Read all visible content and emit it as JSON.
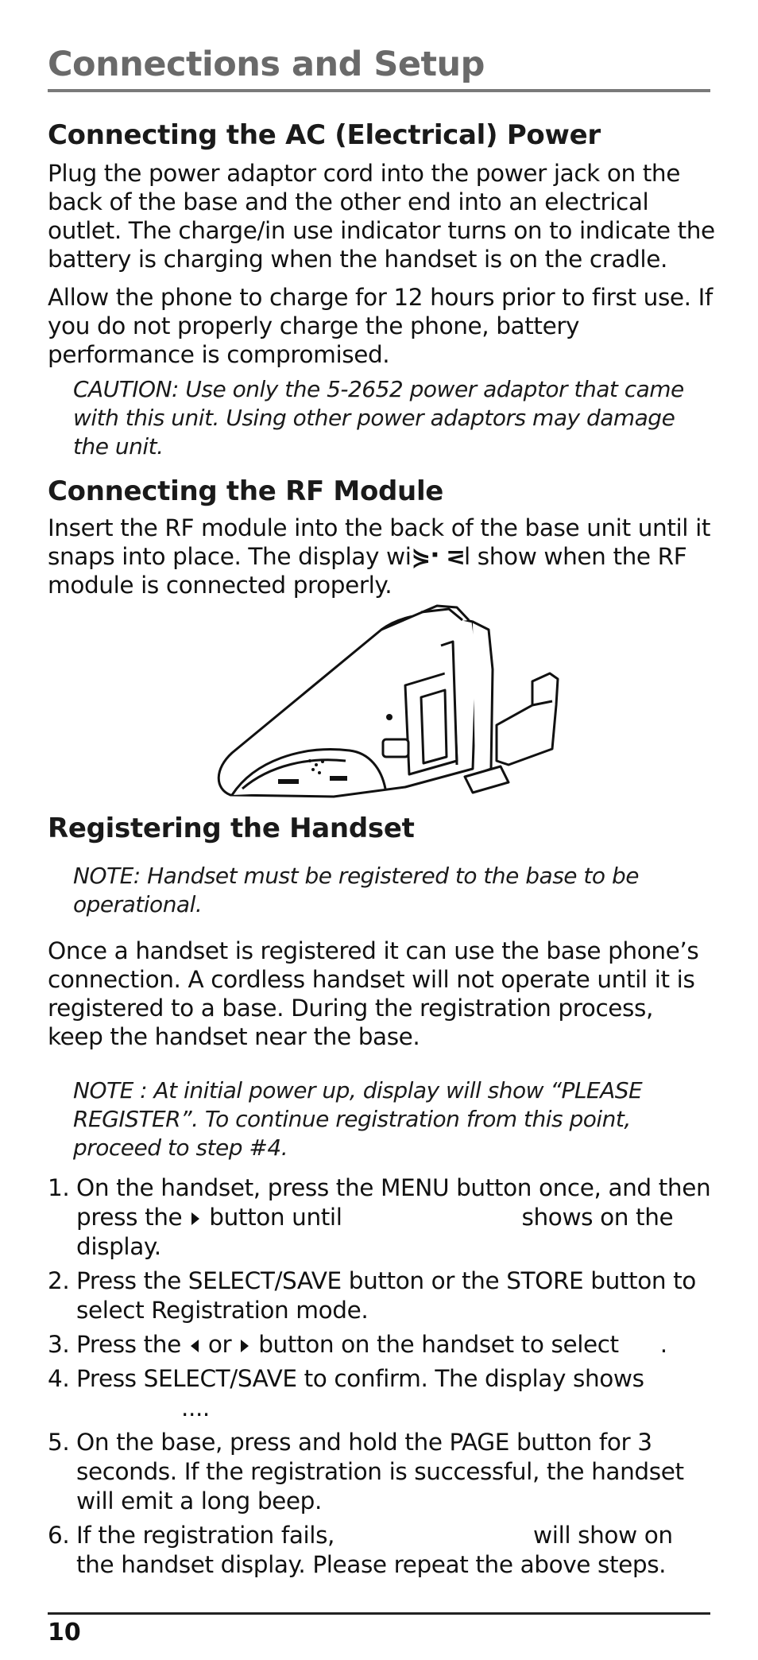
{
  "page": {
    "title": "Connections and Setup",
    "page_number": "10"
  },
  "sections": {
    "ac_power": {
      "heading": "Connecting the AC (Electrical) Power",
      "para1": "Plug the power adaptor cord into the power jack on the back of the base and the other end into an electrical outlet. The charge/in use indicator turns on to indicate the battery is charging when the handset is on the cradle.",
      "para2": "Allow the phone to charge for 12 hours prior to first use. If you do not properly charge the phone, battery performance is compromised.",
      "caution": "CAUTION: Use only the 5-2652 power adaptor that came with this unit. Using other power adaptors may damage the unit."
    },
    "rf_module": {
      "heading": "Connecting the RF Module",
      "para_a": "Insert the RF module into the back of the base unit until it snaps into place. The display wi",
      "para_glyph": "⋟⠂⋜",
      "para_b": "l show  when the RF module is connected properly."
    },
    "register": {
      "heading": "Registering the Handset",
      "note1": "NOTE: Handset must be registered to the base to be operational.",
      "para": "Once a handset is registered it can use the base phone’s connection. A cordless handset will not operate until it is registered to a base. During the registration process, keep the handset near the base.",
      "note2": "NOTE : At initial power up, display will show “PLEASE REGISTER”. To continue registration from this point, proceed to step #4.",
      "steps": [
        {
          "num": "1.",
          "a": "On the handset, press the MENU button once, and then press the",
          "b": "button until",
          "c": "shows on the display."
        },
        {
          "num": "2.",
          "text": "Press the SELECT/SAVE button or the STORE button to select Registration mode."
        },
        {
          "num": "3.",
          "a": "Press the",
          "b": "or",
          "c": "button on the handset to select",
          "d": "."
        },
        {
          "num": "4.",
          "a": "Press SELECT/SAVE to confirm. The display shows",
          "b": "...."
        },
        {
          "num": "5.",
          "text": "On the base, press and hold the PAGE button for 3 seconds. If the registration is successful, the handset will emit a long beep."
        },
        {
          "num": "6.",
          "a": "If the registration fails,",
          "b": "will show on the handset display. Please repeat the above steps."
        }
      ]
    }
  }
}
